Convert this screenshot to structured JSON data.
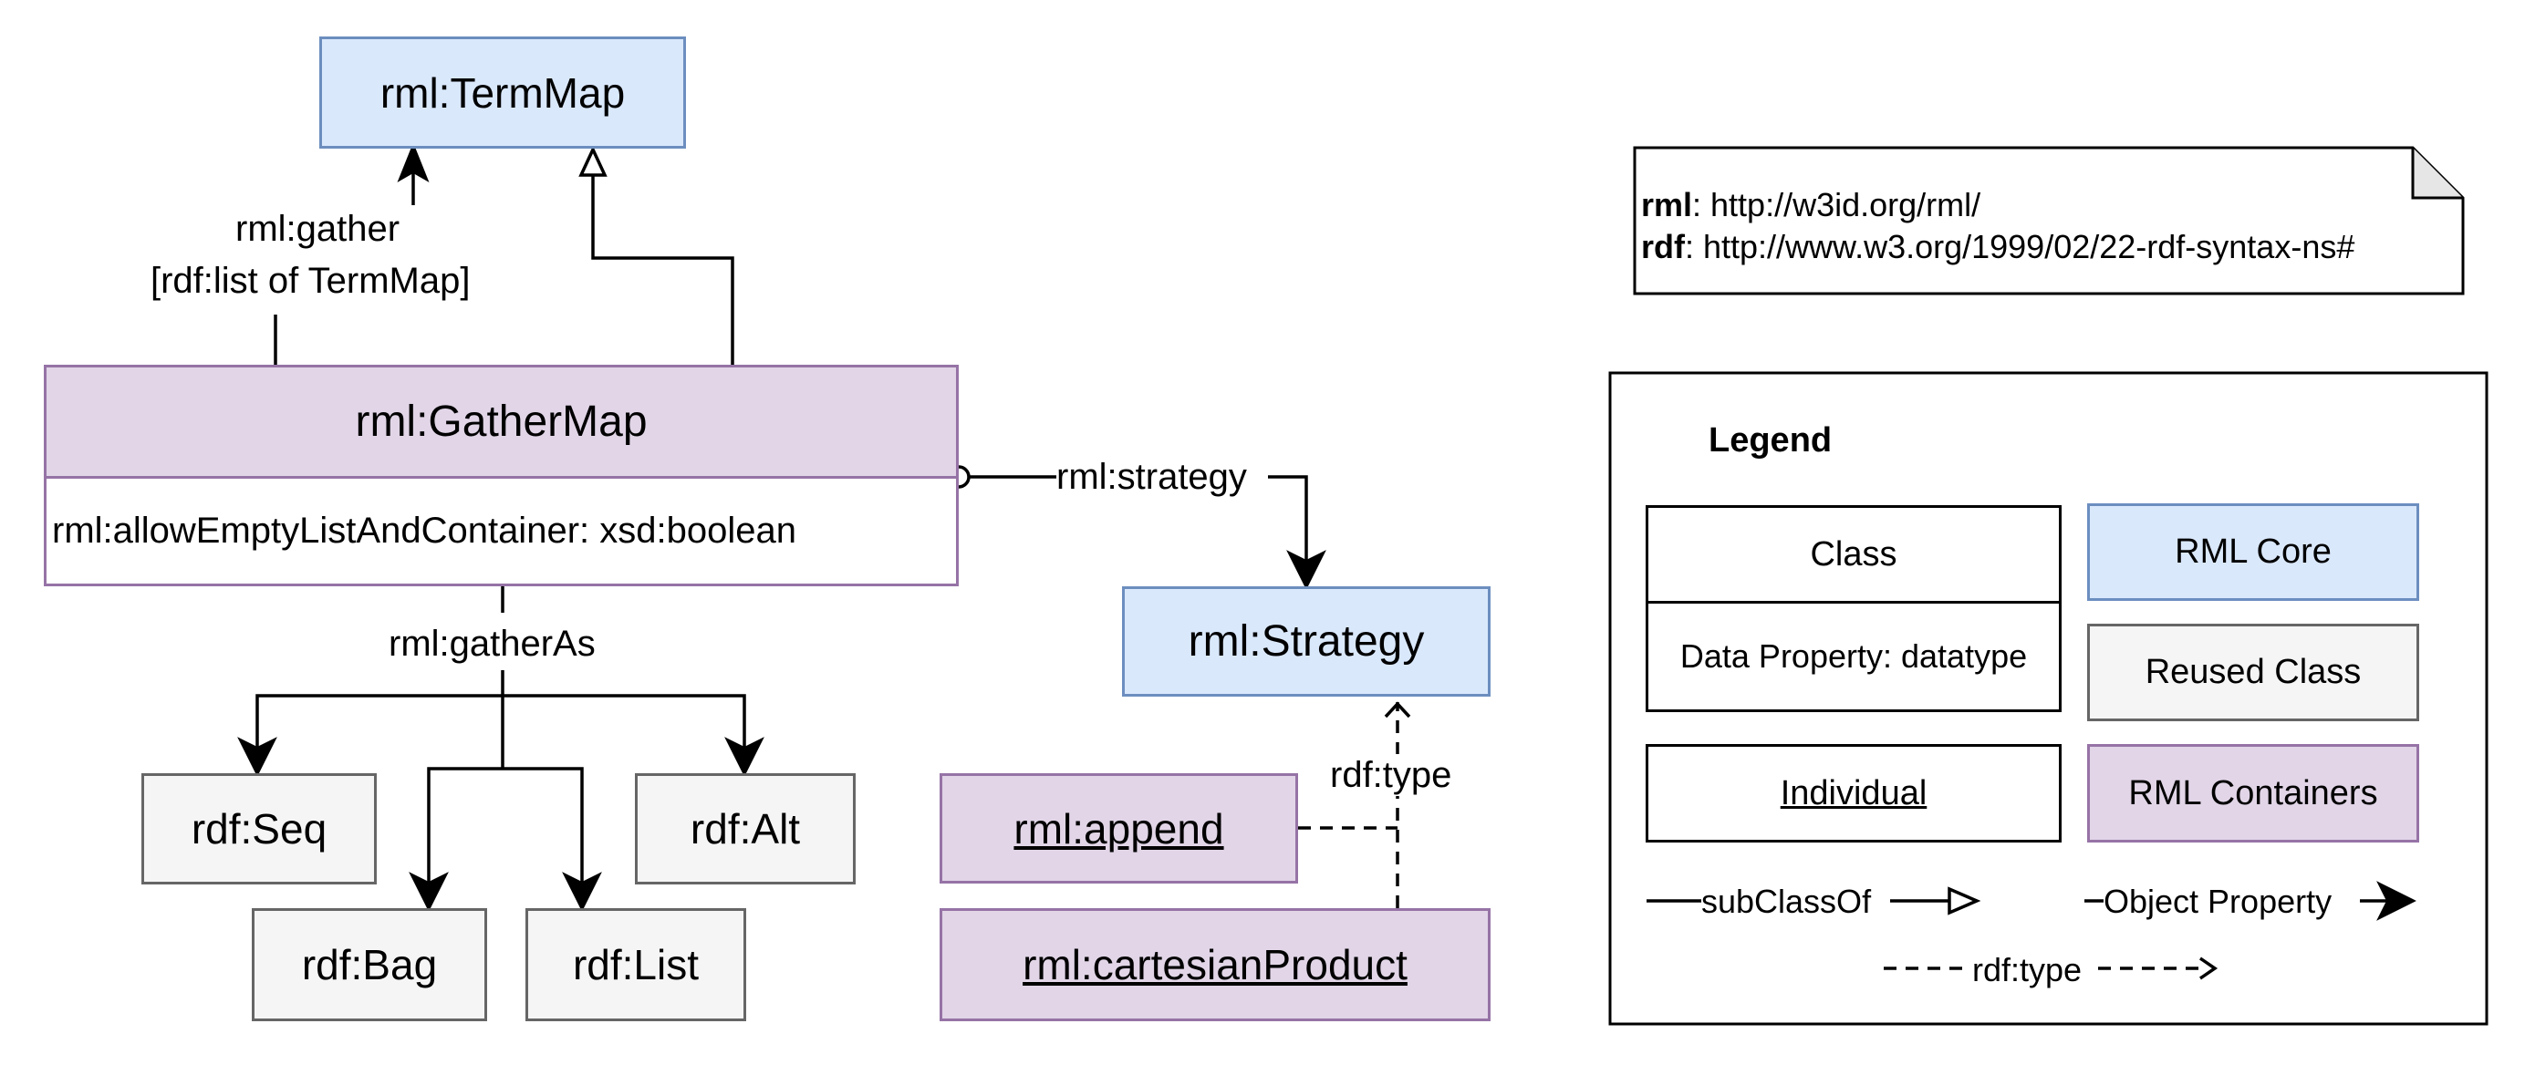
{
  "classes": {
    "term_map": "rml:TermMap",
    "gather_map": "rml:GatherMap",
    "gather_map_attr": "rml:allowEmptyListAndContainer: xsd:boolean",
    "strategy": "rml:Strategy",
    "seq": "rdf:Seq",
    "alt": "rdf:Alt",
    "bag": "rdf:Bag",
    "list": "rdf:List"
  },
  "individuals": {
    "append": "rml:append",
    "cartesian": "rml:cartesianProduct"
  },
  "edges": {
    "gather": "rml:gather",
    "gather_range": "[rdf:list of TermMap]",
    "strategy": "rml:strategy",
    "gather_as": "rml:gatherAs",
    "rdf_type": "rdf:type"
  },
  "namespaces": [
    {
      "prefix": "rml",
      "uri": ": http://w3id.org/rml/"
    },
    {
      "prefix": "rdf",
      "uri": ": http://www.w3.org/1999/02/22-rdf-syntax-ns#"
    }
  ],
  "legend": {
    "title": "Legend",
    "class": "Class",
    "data_property": "Data Property: datatype",
    "individual": "Individual",
    "rml_core": "RML Core",
    "reused_class": "Reused Class",
    "rml_containers": "RML Containers",
    "subclass_of": "subClassOf",
    "object_property": "Object Property",
    "rdf_type": "rdf:type"
  },
  "colors": {
    "rml_core_fill": "#dae8fc",
    "rml_core_border": "#6c8ebf",
    "rml_containers_fill": "#e1d5e7",
    "rml_containers_border": "#9673a6",
    "reused_fill": "#f5f5f5",
    "reused_border": "#666666"
  }
}
